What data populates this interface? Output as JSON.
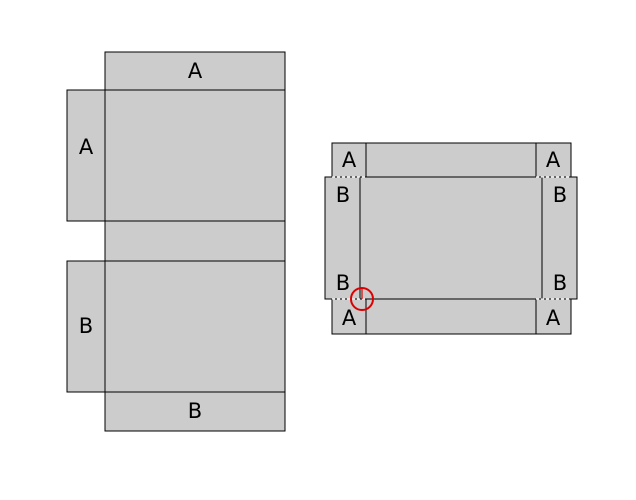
{
  "colors": {
    "panel_fill": "#cccccc",
    "outline": "#000000",
    "highlight": "#dd0000",
    "background": "#ffffff"
  },
  "flat_net": {
    "labels": {
      "top_flap": "A",
      "left_flap_upper": "A",
      "left_flap_lower": "B",
      "bottom_flap": "B"
    }
  },
  "folded_box": {
    "labels": {
      "corner_top_left": "A",
      "corner_top_right": "A",
      "side_left_upper": "B",
      "side_left_lower": "B",
      "side_right_upper": "B",
      "side_right_lower": "B",
      "corner_bottom_left": "A",
      "corner_bottom_right": "A"
    },
    "highlight_icon": "circle-marker-icon"
  }
}
